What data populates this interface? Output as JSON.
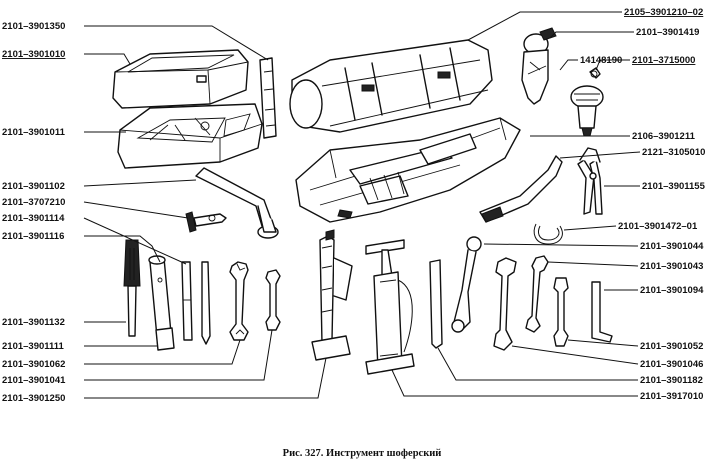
{
  "figure": {
    "caption": "Рис. 327. Инструмент шоферский",
    "labels": {
      "l01": "2101–3901350",
      "l02": "2101–3901010",
      "l03": "2101–3901011",
      "l04": "2101–3901102",
      "l05": "2101–3707210",
      "l06": "2101–3901114",
      "l07": "2101–3901116",
      "l08": "2101–3901132",
      "l09": "2101–3901111",
      "l10": "2101–3901062",
      "l11": "2101–3901041",
      "l12": "2101–3901250",
      "r01": "2105–3901210–02",
      "r02": "2101–3901419",
      "r03": "14148190",
      "r04": "2101–3715000",
      "r05": "2106–3901211",
      "r06": "2121–3105010",
      "r07": "2101–3901155",
      "r08": "2101–3901472–01",
      "r09": "2101–3901044",
      "r10": "2101–3901043",
      "r11": "2101–3901094",
      "r12": "2101–3901052",
      "r13": "2101–3901046",
      "r14": "2101–3901182",
      "r15": "2101–3917010"
    }
  }
}
